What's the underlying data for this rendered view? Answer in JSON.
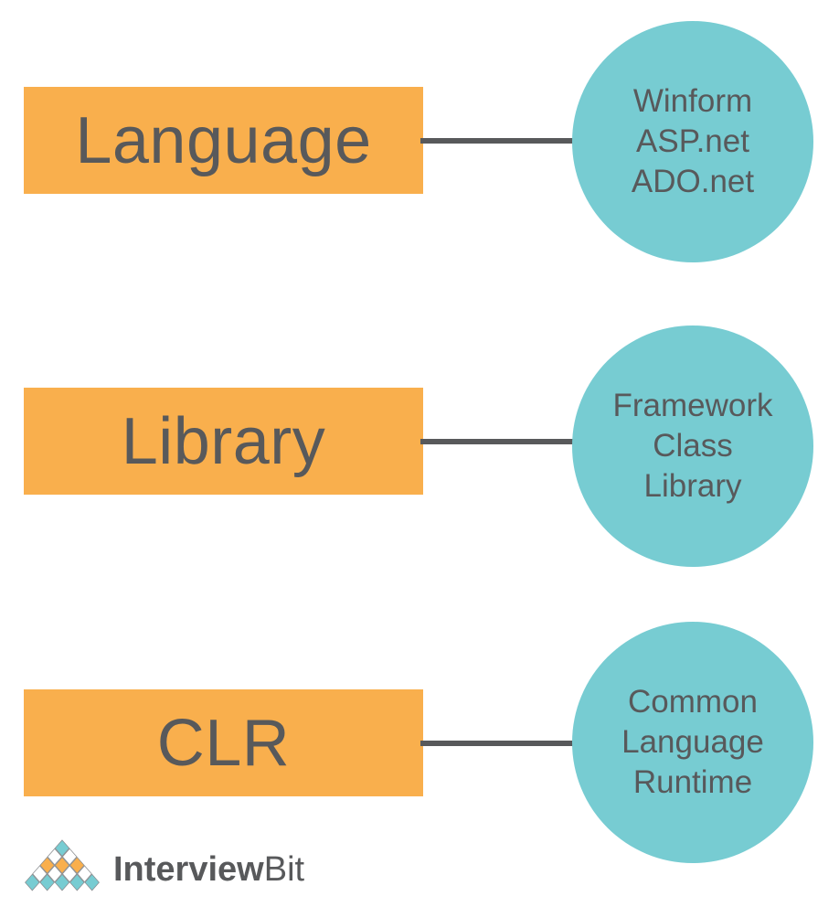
{
  "rows": [
    {
      "box_label": "Language",
      "circle_lines": [
        "Winform",
        "ASP.net",
        "ADO.net"
      ]
    },
    {
      "box_label": "Library",
      "circle_lines": [
        "Framework",
        "Class",
        "Library"
      ]
    },
    {
      "box_label": "CLR",
      "circle_lines": [
        "Common",
        "Language",
        "Runtime"
      ]
    }
  ],
  "logo": {
    "brand_bold": "Interview",
    "brand_light": "Bit"
  },
  "colors": {
    "orange": "#F9AF4D",
    "teal": "#77CCD2",
    "text": "#58595B",
    "connector": "#58595B"
  }
}
